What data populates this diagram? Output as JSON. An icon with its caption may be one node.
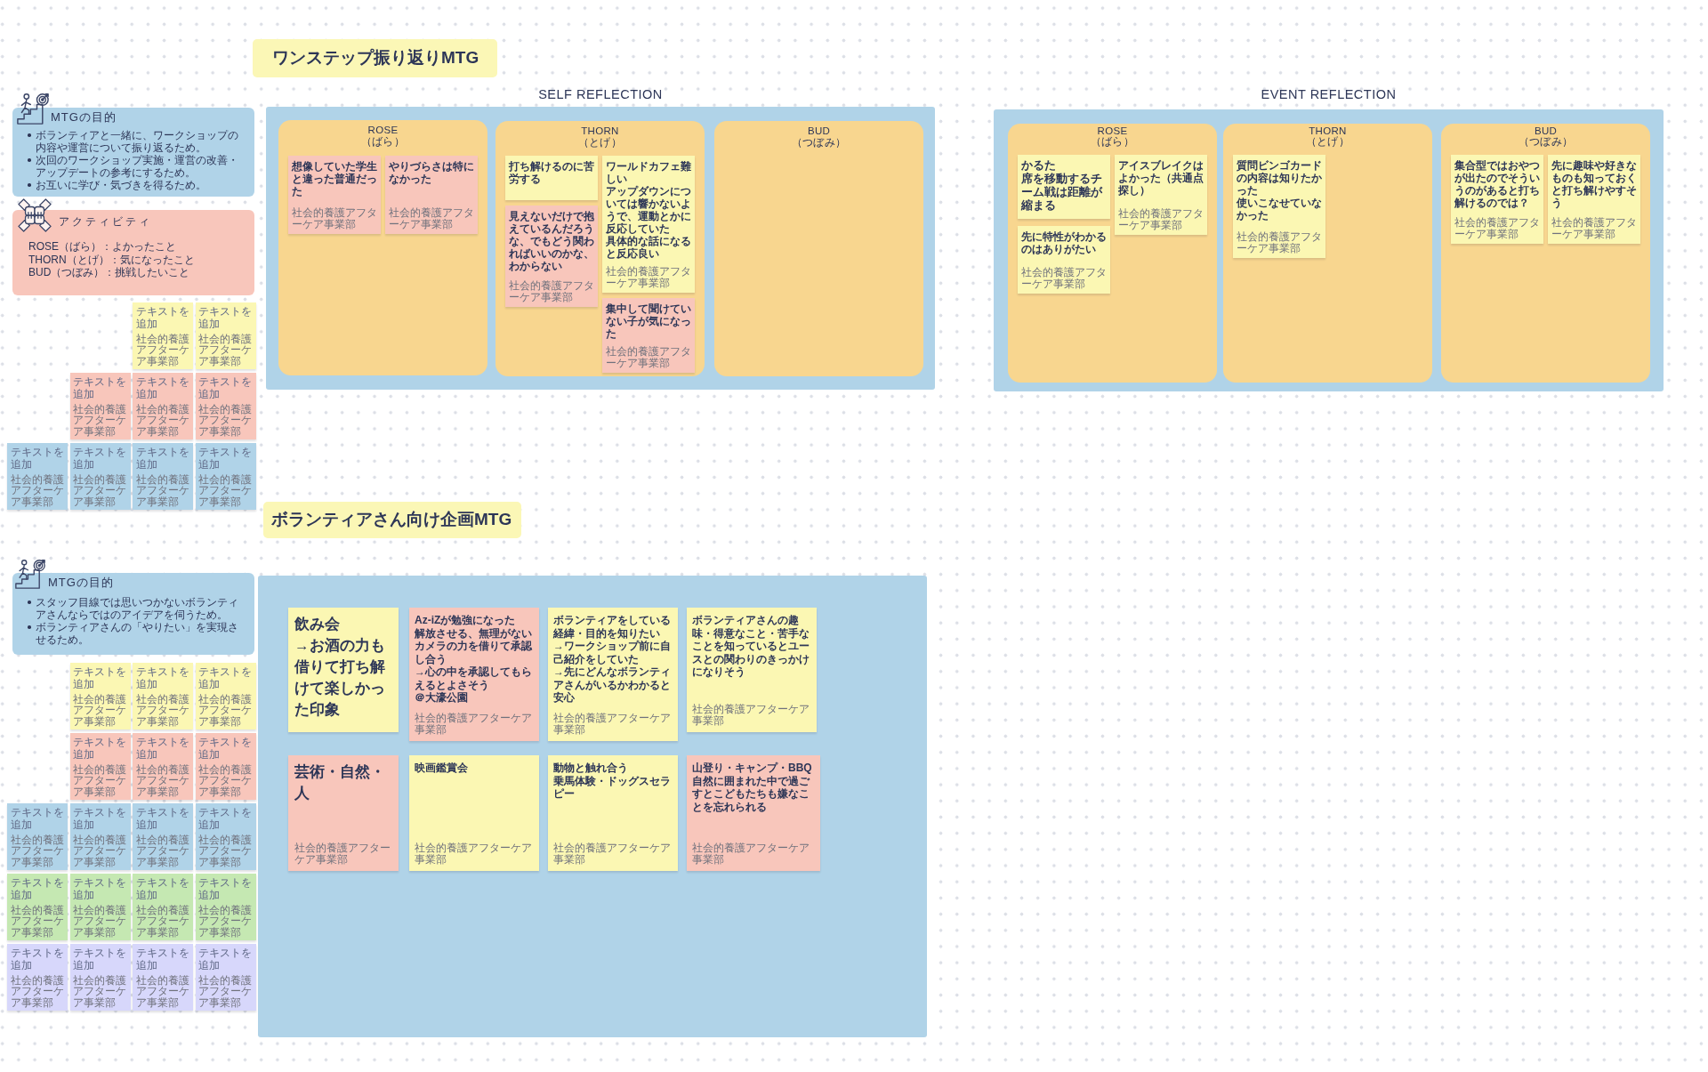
{
  "diagram": {
    "nodes": [
      {
        "text": [
          "ワンステップ振り返りMTG"
        ]
      },
      {
        "text": [
          "MTGの目的",
          "ボランティアと一緒に、ワークショップの内容や運営について振り返るため。",
          "次回のワークショップ実施・運営の改善・アップデートの参考にするため。",
          "お互いに学び・気づきを得るため。"
        ]
      },
      {
        "text": [
          "アクティビティ",
          "ROSE（ばら）：よかったこと",
          "THORN（とげ）：気になったこと",
          "BUD（つぼみ）：挑戦したいこと"
        ]
      },
      {
        "text": [
          "テキストを追加",
          "社会的養護アフターケア事業部"
        ]
      },
      {
        "text": [
          "テキストを追加",
          "社会的養護アフターケア事業部"
        ]
      },
      {
        "text": [
          "テキストを追加",
          "社会的養護アフターケア事業部"
        ]
      },
      {
        "text": [
          "テキストを追加",
          "社会的養護アフターケア事業部"
        ]
      },
      {
        "text": [
          "テキストを追加",
          "社会的養護アフターケア事業部"
        ]
      },
      {
        "text": [
          "テキストを追加",
          "社会的養護アフターケア事業部"
        ]
      },
      {
        "text": [
          "テキストを追加",
          "社会的養護アフターケア事業部"
        ]
      },
      {
        "text": [
          "テキストを追加",
          "社会的養護アフターケア事業部"
        ]
      },
      {
        "text": [
          "テキストを追加",
          "社会的養護アフターケア事業部"
        ]
      },
      {
        "text": [
          "SELF REFLECTION"
        ]
      },
      {
        "text": [
          "ROSE",
          "（ばら）"
        ],
        "in": 12
      },
      {
        "text": [
          "想像していた学生と違った普通だった",
          "社会的養護アフターケア事業部"
        ],
        "in": 13
      },
      {
        "text": [
          "やりづらさは特になかった",
          "社会的養護アフターケア事業部"
        ],
        "in": 13
      },
      {
        "text": [
          "THORN",
          "（とげ）"
        ],
        "in": 12
      },
      {
        "text": [
          "打ち解けるのに苦労する"
        ],
        "in": 16
      },
      {
        "text": [
          "ワールドカフェ難しい",
          "アップダウンについては響かないようで、運動とかに反応していた",
          "具体的な話になると反応良い",
          "社会的養護アフターケア事業部"
        ],
        "in": 16
      },
      {
        "text": [
          "見えないだけで抱えているんだろうな、でもどう関わればいいのかな、わからない",
          "社会的養護アフターケア事業部"
        ],
        "in": 16
      },
      {
        "text": [
          "集中して聞けていない子が気になった",
          "社会的養護アフターケア事業部"
        ],
        "in": 16
      },
      {
        "text": [
          "BUD",
          "（つぼみ）"
        ],
        "in": 12
      },
      {
        "text": [
          "EVENT REFLECTION"
        ]
      },
      {
        "text": [
          "ROSE",
          "（ばら）"
        ],
        "in": 22
      },
      {
        "text": [
          "かるた",
          "席を移動するチーム戦は距離が縮まる"
        ],
        "in": 23
      },
      {
        "text": [
          "アイスブレイクはよかった（共通点探し）",
          "社会的養護アフターケア事業部"
        ],
        "in": 23
      },
      {
        "text": [
          "先に特性がわかるのはありがたい",
          "社会的養護アフターケア事業部"
        ],
        "in": 23
      },
      {
        "text": [
          "THORN",
          "（とげ）"
        ],
        "in": 22
      },
      {
        "text": [
          "質問ビンゴカードの内容は知りたかった",
          "使いこなせていなかった",
          "社会的養護アフターケア事業部"
        ],
        "in": 27
      },
      {
        "text": [
          "BUD",
          "（つぼみ）"
        ],
        "in": 22
      },
      {
        "text": [
          "集合型ではおやつが出たのでそういうのがあると打ち解けるのでは？",
          "社会的養護アフターケア事業部"
        ],
        "in": 29
      },
      {
        "text": [
          "先に趣味や好きなものも知っておくと打ち解けやすそう",
          "社会的養護アフターケア事業部"
        ],
        "in": 29
      },
      {
        "text": [
          "ボランティアさん向け企画MTG"
        ]
      },
      {
        "text": [
          "MTGの目的",
          "スタッフ目線では思いつかないボランティアさんならではのアイデアを伺うため。",
          "ボランティアさんの「やりたい」を実現させるため。"
        ]
      },
      {
        "text": [
          "テキストを追加",
          "社会的養護アフターケア事業部"
        ]
      },
      {
        "text": [
          "テキストを追加",
          "社会的養護アフターケア事業部"
        ]
      },
      {
        "text": [
          "テキストを追加",
          "社会的養護アフターケア事業部"
        ]
      },
      {
        "text": [
          "テキストを追加",
          "社会的養護アフターケア事業部"
        ]
      },
      {
        "text": [
          "テキストを追加",
          "社会的養護アフターケア事業部"
        ]
      },
      {
        "text": [
          "テキストを追加",
          "社会的養護アフターケア事業部"
        ]
      },
      {
        "text": [
          "テキストを追加",
          "社会的養護アフターケア事業部"
        ]
      },
      {
        "text": [
          "テキストを追加",
          "社会的養護アフターケア事業部"
        ]
      },
      {
        "text": [
          "テキストを追加",
          "社会的養護アフターケア事業部"
        ]
      },
      {
        "text": [
          "テキストを追加",
          "社会的養護アフターケア事業部"
        ]
      },
      {
        "text": [
          "テキストを追加",
          "社会的養護アフターケア事業部"
        ]
      },
      {
        "text": [
          "テキストを追加",
          "社会的養護アフターケア事業部"
        ]
      },
      {
        "text": [
          "テキストを追加",
          "社会的養護アフターケア事業部"
        ]
      },
      {
        "text": [
          "テキストを追加",
          "社会的養護アフターケア事業部"
        ]
      },
      {
        "text": [
          "テキストを追加",
          "社会的養護アフターケア事業部"
        ]
      },
      {
        "text": [
          "テキストを追加",
          "社会的養護アフターケア事業部"
        ]
      },
      {
        "text": [
          "テキストを追加",
          "社会的養護アフターケア事業部"
        ]
      },
      {
        "text": [
          "テキストを追加",
          "社会的養護アフターケア事業部"
        ]
      },
      {
        "text": [],
        "shape": "box"
      },
      {
        "text": [
          "飲み会",
          "→お酒の力も借りて打ち解けて楽しかった印象"
        ],
        "in": 52
      },
      {
        "text": [
          "Az-iZが勉強になった",
          "解放させる、無理がないカメラの力を借りて承認し合う",
          "→心の中を承認してもらえるとよさそう",
          "＠大濠公園",
          "社会的養護アフターケア事業部"
        ],
        "in": 52
      },
      {
        "text": [
          "ボランティアをしている経緯・目的を知りたい",
          "→ワークショップ前に自己紹介をしていた",
          "→先にどんなボランティアさんがいるかわかると安心",
          "社会的養護アフターケア事業部"
        ],
        "in": 52
      },
      {
        "text": [
          "ボランティアさんの趣味・得意なこと・苦手なことを知っているとユースとの関わりのきっかけになりそう",
          "社会的養護アフターケア事業部"
        ],
        "in": 52
      },
      {
        "text": [
          "芸術・自然・人",
          "社会的養護アフターケア事業部"
        ],
        "in": 52
      },
      {
        "text": [
          "映画鑑賞会",
          "社会的養護アフターケア事業部"
        ],
        "in": 52
      },
      {
        "text": [
          "動物と触れ合う",
          "乗馬体験・ドッグスセラピー",
          "社会的養護アフターケア事業部"
        ],
        "in": 52
      },
      {
        "text": [
          "山登り・キャンプ・BBQ",
          "自然に囲まれた中で過ごすとこどもたちも嫌なことを忘れられる",
          "社会的養護アフターケア事業部"
        ],
        "in": 52
      }
    ]
  }
}
